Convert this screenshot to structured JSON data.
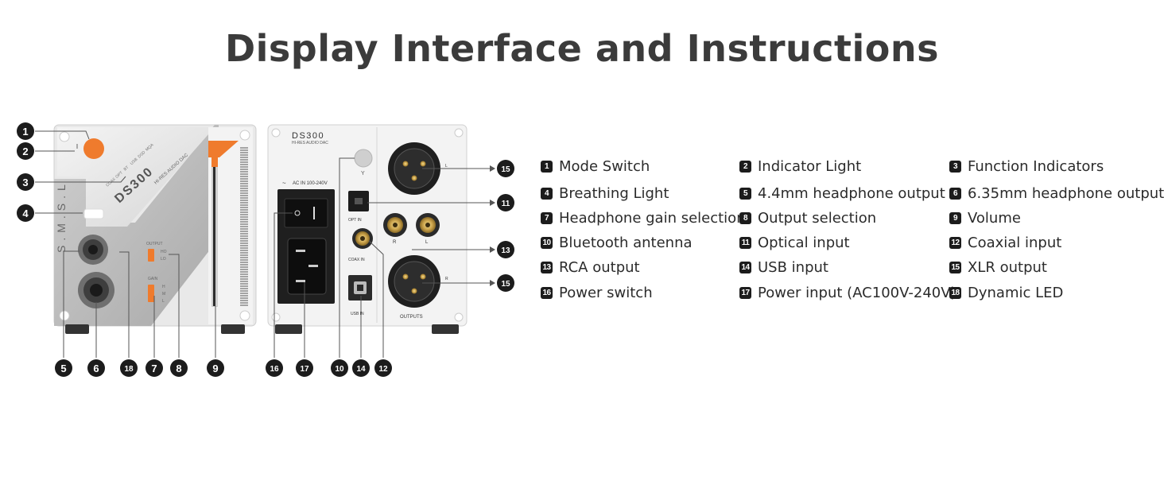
{
  "title": "Display Interface and Instructions",
  "device": {
    "front_model": "DS300",
    "front_subtitle": "HI-RES AUDIO DAC",
    "front_brand": "S.M.S.L",
    "front_indicators": [
      "COAX",
      "OPT",
      "BT",
      "USB",
      "DSD",
      "MQA"
    ],
    "output_label": "OUTPUT",
    "output_options": [
      "HO",
      "LO"
    ],
    "gain_label": "GAIN",
    "gain_options": [
      "H",
      "M",
      "L"
    ],
    "rear_model": "DS300",
    "rear_subtitle": "HI-RES AUDIO DAC",
    "ac_label": "AC IN 100-240V",
    "opt_label": "OPT IN",
    "coax_label": "COAX IN",
    "usb_label": "USB IN",
    "outputs_label": "OUTPUTS",
    "rca_r": "R",
    "rca_l": "L",
    "xlr_l": "L",
    "xlr_r": "R"
  },
  "callouts": {
    "c1": "1",
    "c2": "2",
    "c3": "3",
    "c4": "4",
    "c5": "5",
    "c6": "6",
    "c18": "18",
    "c7": "7",
    "c8": "8",
    "c9": "9",
    "c16": "16",
    "c17": "17",
    "c10": "10",
    "c14": "14",
    "c12": "12",
    "c15a": "15",
    "c11": "11",
    "c13": "13",
    "c15b": "15"
  },
  "legend": [
    {
      "num": "1",
      "label": "Mode Switch"
    },
    {
      "num": "2",
      "label": "Indicator Light"
    },
    {
      "num": "3",
      "label": "Function Indicators"
    },
    {
      "num": "4",
      "label": "Breathing Light"
    },
    {
      "num": "5",
      "label": "4.4mm headphone output"
    },
    {
      "num": "6",
      "label": "6.35mm headphone output"
    },
    {
      "num": "7",
      "label": "Headphone gain selection"
    },
    {
      "num": "8",
      "label": "Output selection"
    },
    {
      "num": "9",
      "label": "Volume"
    },
    {
      "num": "10",
      "label": "Bluetooth antenna"
    },
    {
      "num": "11",
      "label": "Optical input"
    },
    {
      "num": "12",
      "label": "Coaxial input"
    },
    {
      "num": "13",
      "label": "RCA output"
    },
    {
      "num": "14",
      "label": "USB input"
    },
    {
      "num": "15",
      "label": "XLR output"
    },
    {
      "num": "16",
      "label": "Power switch"
    },
    {
      "num": "17",
      "label": "Power input (AC100V-240V)"
    },
    {
      "num": "18",
      "label": "Dynamic LED"
    }
  ],
  "colors": {
    "accent_orange": "#ef7b2d",
    "panel_silver": "#e4e4e4",
    "panel_dark": "#bdbdbd",
    "badge": "#1c1c1c",
    "gold": "#c9a14a"
  }
}
